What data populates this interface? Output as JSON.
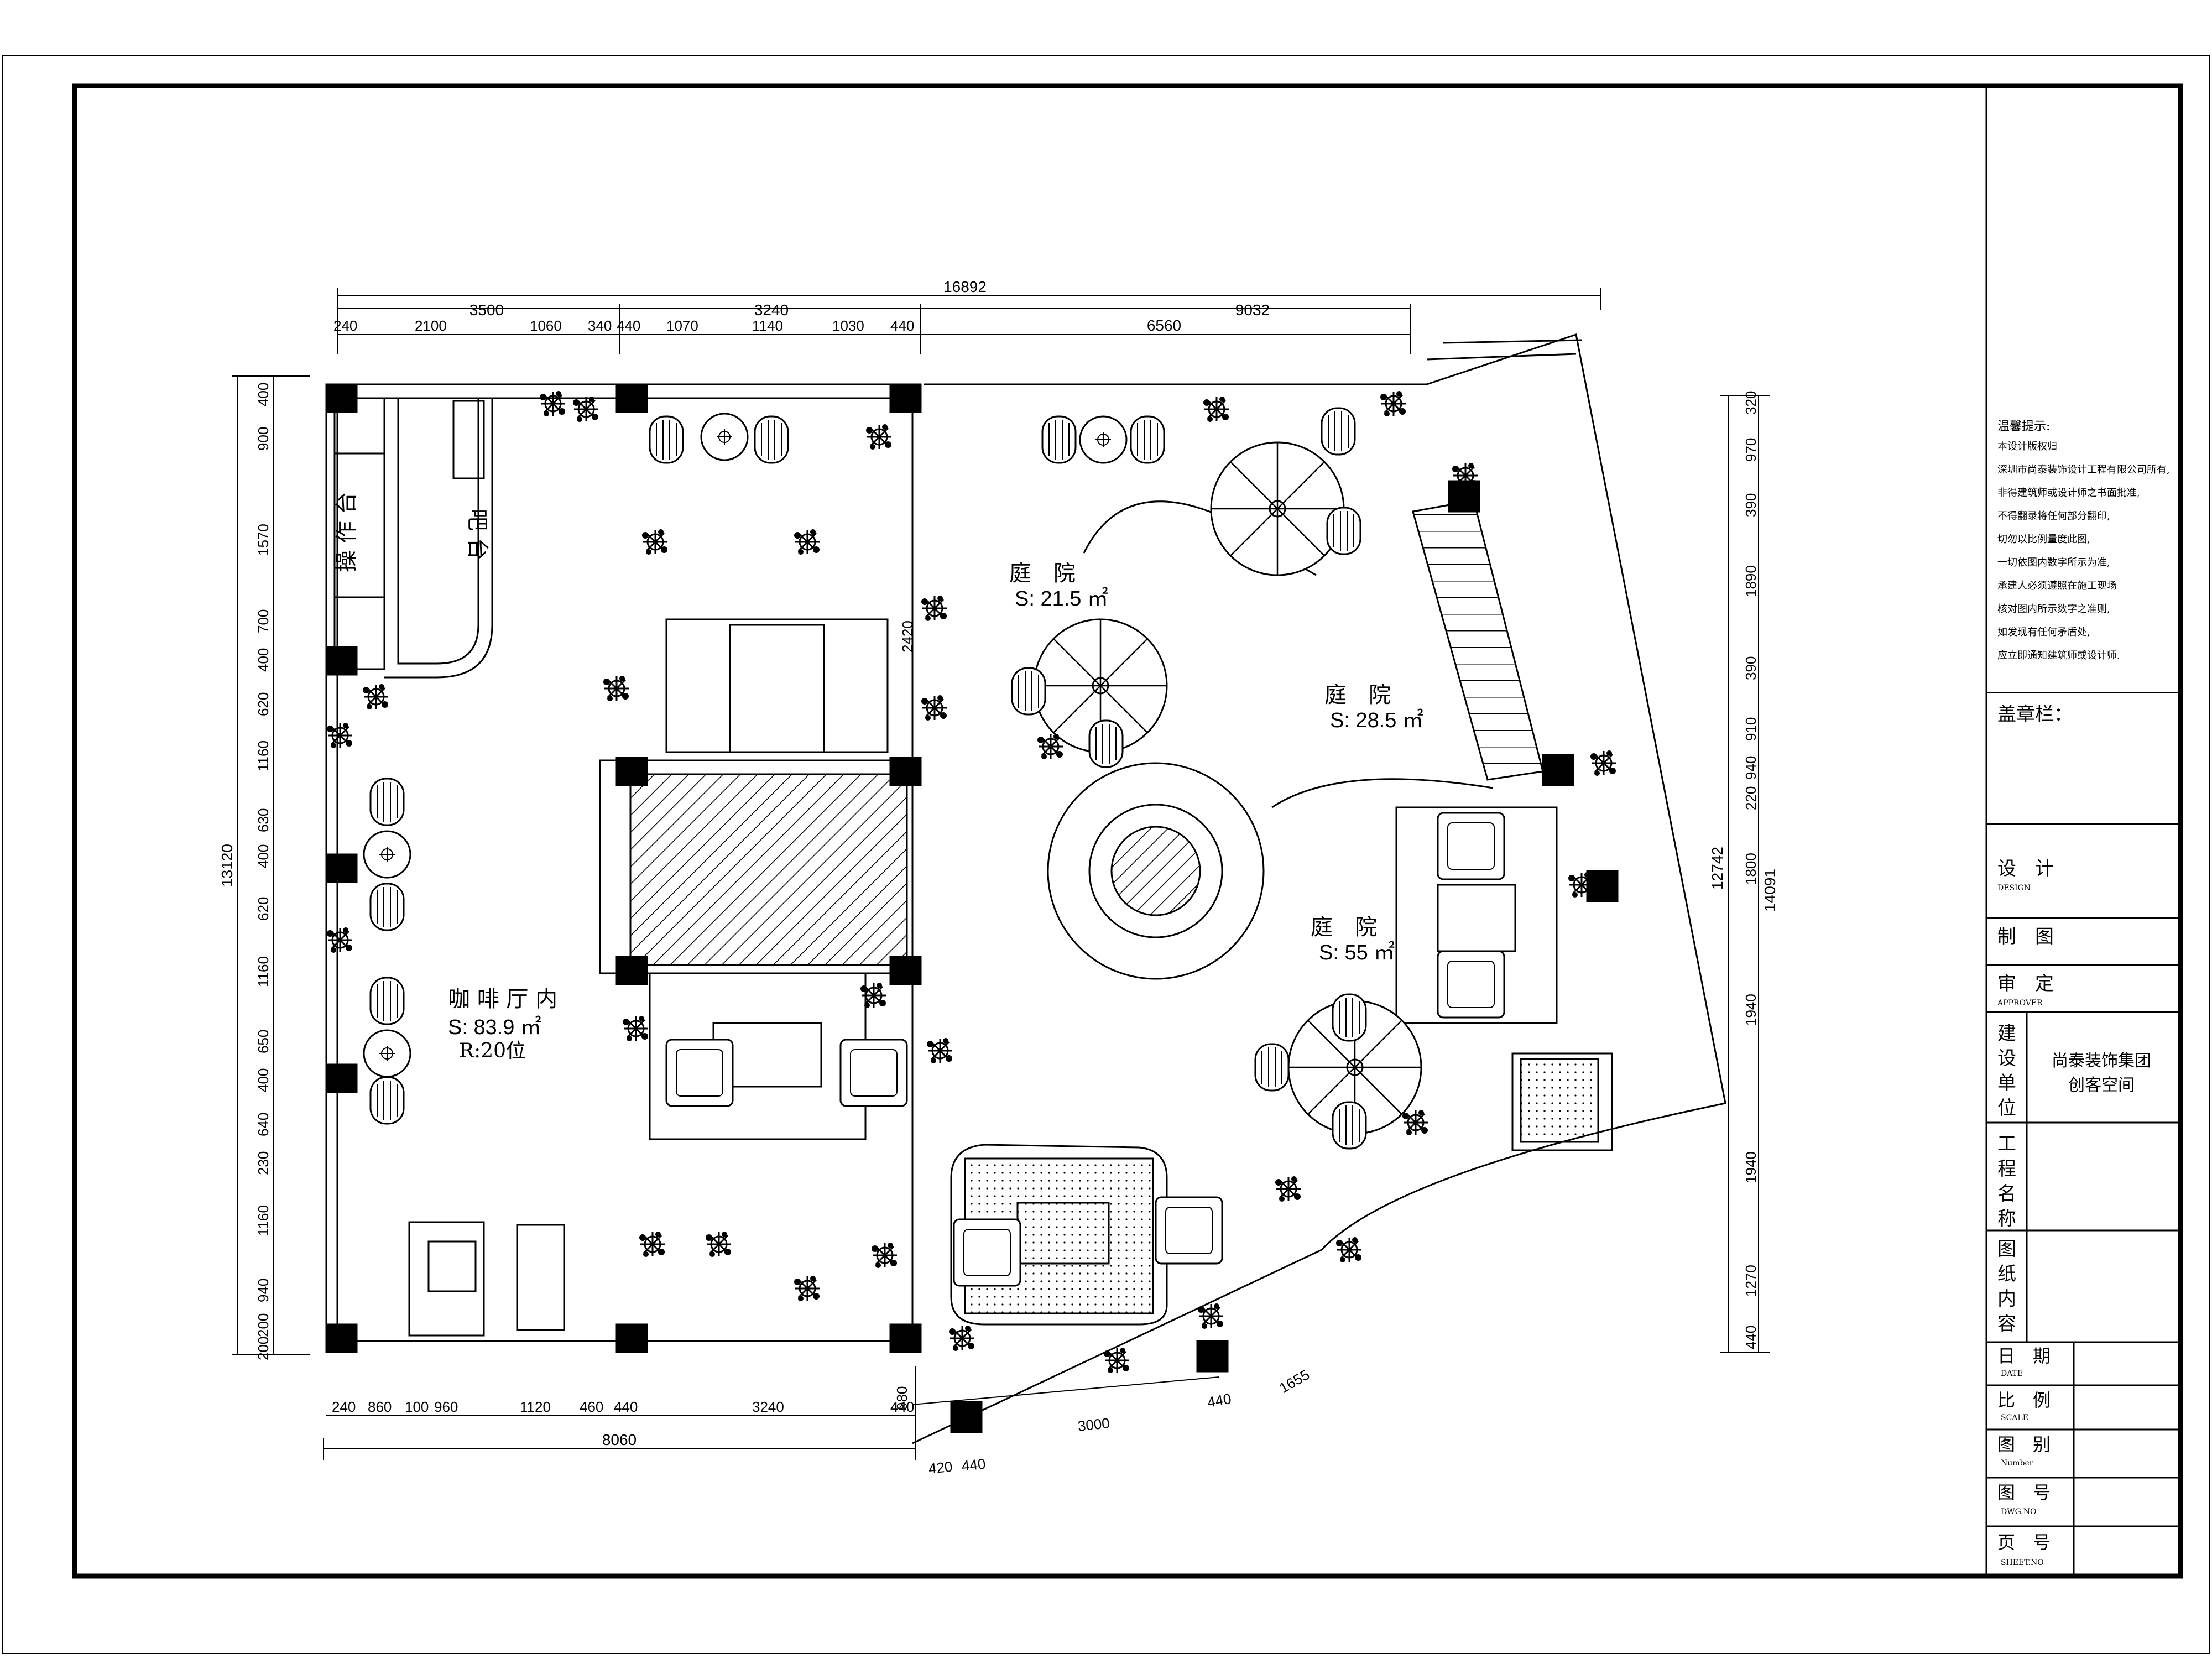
{
  "dimensions": {
    "top_total": "16892",
    "top_left_group": "3500",
    "top_mid_group": "3240",
    "top_right_group": "9032",
    "top_right_sub": "6560",
    "top_segments": [
      "240",
      "2100",
      "1060",
      "340",
      "440",
      "1070",
      "1140",
      "1030",
      "440"
    ],
    "left_total": "13120",
    "left_segments": [
      "400",
      "900",
      "1570",
      "700",
      "400",
      "620",
      "1160",
      "630",
      "400",
      "620",
      "1160",
      "650",
      "400",
      "640",
      "230",
      "1160",
      "940",
      "200",
      "200"
    ],
    "right_total": "12742",
    "right_total2": "14091",
    "right_segments": [
      "320",
      "970",
      "390",
      "1890",
      "390",
      "910",
      "940",
      "220",
      "1800",
      "1940",
      "1940",
      "1270",
      "440"
    ],
    "bottom_total": "8060",
    "bottom_segments": [
      "240",
      "860",
      "100",
      "960",
      "1120",
      "460",
      "440",
      "3240"
    ],
    "bottom_extra": [
      "980",
      "440"
    ],
    "bottom_right_a": "3000",
    "bottom_right_b": [
      "420",
      "440"
    ],
    "bottom_right_c": "1655",
    "bottom_right_d": "440",
    "inner_2420": "2420"
  },
  "rooms": {
    "bar": "吧 台",
    "workbench": "操 作 台",
    "cafe_name": "咖 啡 厅 内",
    "cafe_area": "S: 83.9 ㎡",
    "cafe_seats": "R:20位",
    "court1_name": "庭　院",
    "court1_area": "S: 21.5 ㎡",
    "court2_name": "庭　院",
    "court2_area": "S: 28.5 ㎡",
    "court3_name": "庭　院",
    "court3_area": "S: 55 ㎡"
  },
  "titleblock": {
    "notes_title": "温馨提示:",
    "notes": [
      "本设计版权归",
      "深圳市尚泰装饰设计工程有限公司所有,",
      "非得建筑师或设计师之书面批准,",
      "不得翻录将任何部分翻印,",
      "切勿以比例量度此图,",
      "一切依图内数字所示为准,",
      "承建人必须遵照在施工现场",
      "核对图内所示数字之准则,",
      "如发现有任何矛盾处,",
      "应立即通知建筑师或设计师."
    ],
    "stamp_label": "盖章栏：",
    "design": "设　计",
    "design_en": "DESIGN",
    "drawing": "制　图",
    "review": "审　定",
    "review_en": "APPROVER",
    "client_label": [
      "建",
      "设",
      "单",
      "位"
    ],
    "client_value_1": "尚泰装饰集团",
    "client_value_2": "创客空间",
    "project_label": [
      "工",
      "程",
      "名",
      "称"
    ],
    "content_label": [
      "图",
      "纸",
      "内",
      "容"
    ],
    "date": "日　期",
    "date_en": "DATE",
    "scale": "比　例",
    "scale_en": "SCALE",
    "category": "图　别",
    "category_en": "Number",
    "dwg_no": "图　号",
    "dwg_no_en": "DWG.NO",
    "sheet_no": "页　号",
    "sheet_no_en": "SHEET.NO"
  }
}
